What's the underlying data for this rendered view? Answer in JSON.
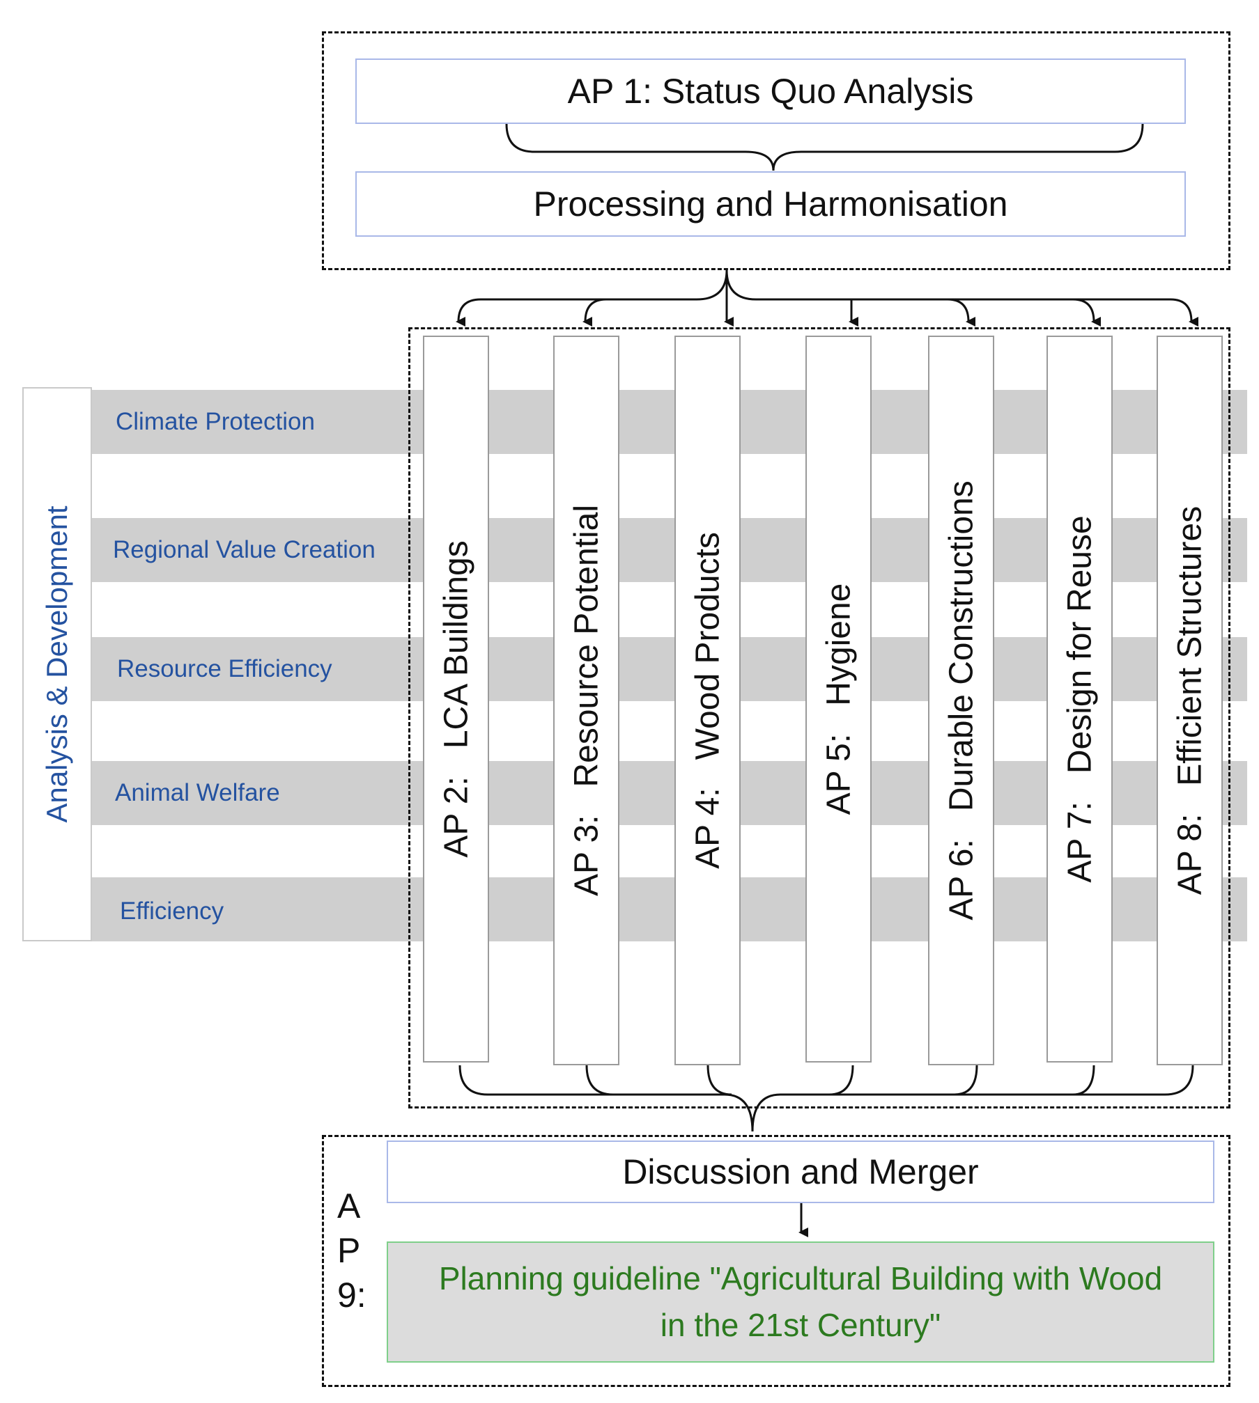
{
  "top_group": {
    "status_quo": "AP 1: Status Quo Analysis",
    "processing": "Processing and Harmonisation"
  },
  "side_title": "Analysis & Development",
  "bands": [
    {
      "label": "Climate Protection"
    },
    {
      "label": "Regional Value Creation"
    },
    {
      "label": "Resource Efficiency"
    },
    {
      "label": "Animal Welfare"
    },
    {
      "label": "Efficiency"
    }
  ],
  "work_packages": [
    {
      "label": "AP 2:   LCA Buildings"
    },
    {
      "label": "AP 3:   Resource Potential"
    },
    {
      "label": "AP 4:   Wood Products"
    },
    {
      "label": "AP 5:   Hygiene"
    },
    {
      "label": "AP 6:   Durable Constructions"
    },
    {
      "label": "AP 7:   Design for Reuse"
    },
    {
      "label": "AP 8:   Efficient Structures"
    }
  ],
  "bottom_group": {
    "ap9_line1": "A",
    "ap9_line2": "P",
    "ap9_line3": "9:",
    "discussion": "Discussion and Merger",
    "guideline": "Planning guideline \"Agricultural Building with Wood in the 21st Century\""
  },
  "colors": {
    "band_label": "#2452a0",
    "guideline_text": "#2c7a1f",
    "band_fill": "#cfcfcf"
  }
}
